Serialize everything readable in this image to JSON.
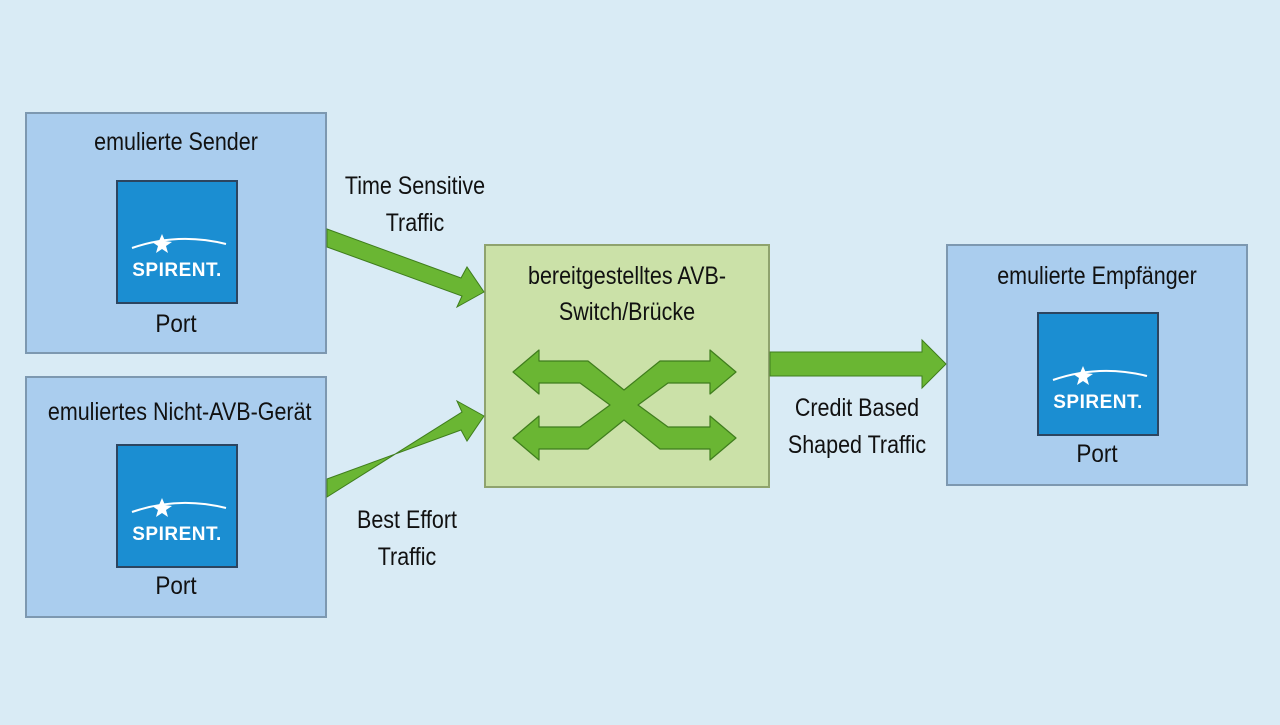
{
  "nodes": {
    "sender": {
      "title": "emulierte Sender",
      "logo_text": "SPIRENT.",
      "port_label": "Port"
    },
    "non_avb": {
      "title": "emuliertes Nicht-AVB-Gerät",
      "logo_text": "SPIRENT.",
      "port_label": "Port"
    },
    "switch": {
      "title_line1": "bereitgestelltes AVB-",
      "title_line2": "Switch/Brücke"
    },
    "receiver": {
      "title": "emulierte Empfänger",
      "logo_text": "SPIRENT.",
      "port_label": "Port"
    }
  },
  "edges": {
    "time_sensitive": {
      "line1": "Time Sensitive",
      "line2": "Traffic"
    },
    "best_effort": {
      "line1": "Best Effort",
      "line2": "Traffic"
    },
    "credit_based": {
      "line1": "Credit Based",
      "line2": "Shaped Traffic"
    }
  },
  "colors": {
    "background": "#d9ebf5",
    "node_fill": "#aacdee",
    "switch_fill": "#cbe1a8",
    "arrow": "#6ab633",
    "logo": "#1b8ed2"
  }
}
